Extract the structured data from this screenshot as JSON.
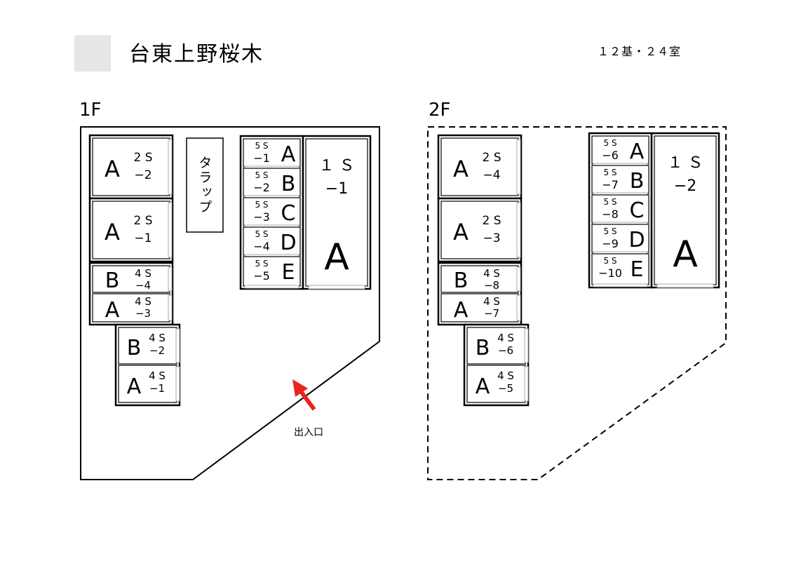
{
  "header": {
    "title": "台東上野桜木",
    "summary": "１２基・２４室"
  },
  "floors": [
    {
      "label": "1F",
      "ramp_label": "タラップ",
      "entrance_label": "出入口",
      "units": [
        {
          "id": "1f-2s-2",
          "letter": "A",
          "size": "2S",
          "num": "−2"
        },
        {
          "id": "1f-2s-1",
          "letter": "A",
          "size": "2S",
          "num": "−1"
        },
        {
          "id": "1f-4s-4",
          "letter": "B",
          "size": "4S",
          "num": "−4"
        },
        {
          "id": "1f-4s-3",
          "letter": "A",
          "size": "4S",
          "num": "−3"
        },
        {
          "id": "1f-4s-2",
          "letter": "B",
          "size": "4S",
          "num": "−2"
        },
        {
          "id": "1f-4s-1",
          "letter": "A",
          "size": "4S",
          "num": "−1"
        },
        {
          "id": "1f-5s-1",
          "letter": "A",
          "size": "5S",
          "num": "−1"
        },
        {
          "id": "1f-5s-2",
          "letter": "B",
          "size": "5S",
          "num": "−2"
        },
        {
          "id": "1f-5s-3",
          "letter": "C",
          "size": "5S",
          "num": "−3"
        },
        {
          "id": "1f-5s-4",
          "letter": "D",
          "size": "5S",
          "num": "−4"
        },
        {
          "id": "1f-5s-5",
          "letter": "E",
          "size": "5S",
          "num": "−5"
        },
        {
          "id": "1f-1s-1",
          "letter": "A",
          "size": "１Ｓ",
          "num": "−1"
        }
      ]
    },
    {
      "label": "2F",
      "units": [
        {
          "id": "2f-2s-4",
          "letter": "A",
          "size": "2S",
          "num": "−4"
        },
        {
          "id": "2f-2s-3",
          "letter": "A",
          "size": "2S",
          "num": "−3"
        },
        {
          "id": "2f-4s-8",
          "letter": "B",
          "size": "4S",
          "num": "−8"
        },
        {
          "id": "2f-4s-7",
          "letter": "A",
          "size": "4S",
          "num": "−7"
        },
        {
          "id": "2f-4s-6",
          "letter": "B",
          "size": "4S",
          "num": "−6"
        },
        {
          "id": "2f-4s-5",
          "letter": "A",
          "size": "4S",
          "num": "−5"
        },
        {
          "id": "2f-5s-6",
          "letter": "A",
          "size": "5S",
          "num": "−6"
        },
        {
          "id": "2f-5s-7",
          "letter": "B",
          "size": "5S",
          "num": "−7"
        },
        {
          "id": "2f-5s-8",
          "letter": "C",
          "size": "5S",
          "num": "−8"
        },
        {
          "id": "2f-5s-9",
          "letter": "D",
          "size": "5S",
          "num": "−9"
        },
        {
          "id": "2f-5s-10",
          "letter": "E",
          "size": "5S",
          "num": "−10"
        },
        {
          "id": "2f-1s-2",
          "letter": "A",
          "size": "１Ｓ",
          "num": "−2"
        }
      ]
    }
  ],
  "colors": {
    "entrance_arrow": "#e8241c",
    "logo_box": "#e6e6e6",
    "door_edge": "#aaaaaa"
  }
}
